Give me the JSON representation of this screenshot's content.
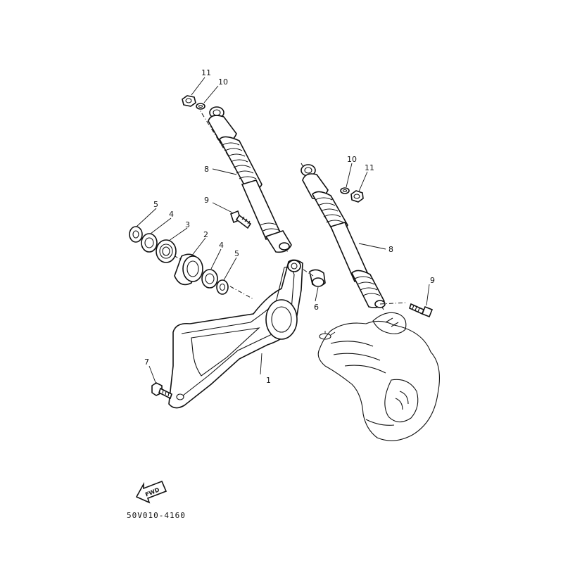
{
  "diagram": {
    "callouts": {
      "n11_top": "11",
      "n10_top": "10",
      "n8_left": "8",
      "n9_left": "9",
      "n5_top": "5",
      "n4_top": "4",
      "n3": "3",
      "n2": "2",
      "n4_lower": "4",
      "n5_lower": "5",
      "n6": "6",
      "n7": "7",
      "n1": "1",
      "n10_right": "10",
      "n11_right": "11",
      "n8_right": "8",
      "n9_right": "9"
    },
    "fwd_label": "FWD",
    "part_code": "50V010-4160"
  }
}
